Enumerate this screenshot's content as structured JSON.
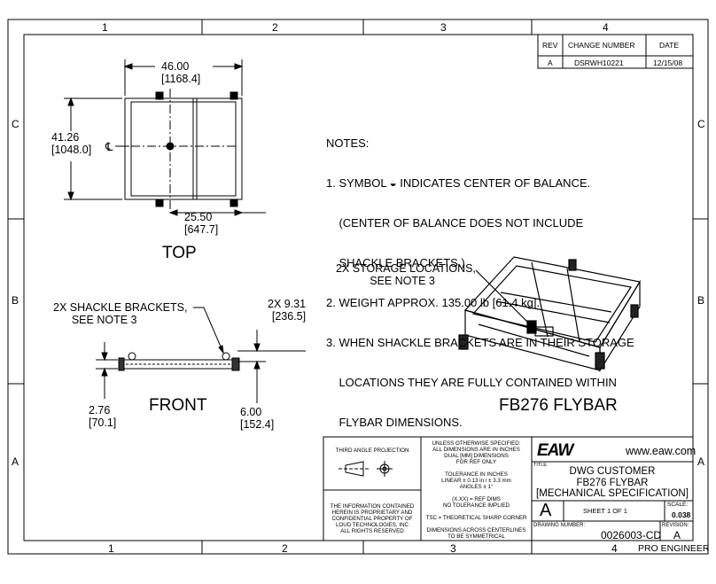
{
  "zones_top": [
    "1",
    "2",
    "3",
    "4"
  ],
  "zones_bottom": [
    "1",
    "2",
    "3",
    "4"
  ],
  "zones_left": [
    "C",
    "B",
    "A"
  ],
  "zones_right": [
    "C",
    "B",
    "A"
  ],
  "revision_table": {
    "headers": [
      "REV",
      "CHANGE NUMBER",
      "DATE"
    ],
    "row": [
      "A",
      "DSRWH10221",
      "12/15/08"
    ]
  },
  "notes": {
    "title": "NOTES:",
    "items": [
      "1. SYMBOL ◒ INDICATES CENTER OF BALANCE.",
      "    (CENTER OF BALANCE DOES NOT INCLUDE",
      "    SHACKLE BRACKETS.)",
      "2. WEIGHT APPROX. 135.00 lb [61.4 kg].",
      "3. WHEN SHACKLE BRACKETS ARE IN THEIR STORAGE",
      "    LOCATIONS THEY ARE FULLY CONTAINED WITHIN",
      "    FLYBAR DIMENSIONS."
    ]
  },
  "views": {
    "top_label": "TOP",
    "front_label": "FRONT",
    "iso_label": "FB276 FLYBAR"
  },
  "dimensions": {
    "width": "46.00\n[1168.4]",
    "depth": "41.26\n[1048.0]",
    "half": "25.50\n[647.7]",
    "shackle_spacing": "2X 9.31\n[236.5]",
    "height_small": "2.76\n[70.1]",
    "height_total": "6.00\n[152.4]",
    "centerline": "℄"
  },
  "callouts": {
    "shackle": "2X SHACKLE BRACKETS,\n      SEE NOTE 3",
    "storage": "2X STORAGE LOCATIONS,\n           SEE NOTE 3"
  },
  "title_block": {
    "projection": "THIRD ANGLE PROJECTION",
    "proprietary": "THE INFORMATION CONTAINED\nHEREIN IS PROPRIETARY AND\nCONFIDENTIAL PROPERTY OF\nLOUD TECHNOLOGIES, INC\nALL RIGHTS RESERVED",
    "tolerances": "UNLESS OTHERWISE SPECIFIED:\nALL DIMENSIONS ARE IN INCHES\nDUAL [MM] DIMENSIONS\nFOR REF ONLY\n\nTOLERANCE IN INCHES\nLINEAR ± 0.13 in / ± 3.3 mm\nANGLES ± 1°\n\n(X.XX) = REF DIMS\nNO TOLERANCE IMPLIED\n\nTSC = THEORETICAL SHARP CORNER\n\nDIMENSIONS ACROSS CENTERLINES\nTO BE SYMMETRICAL",
    "logo": "EAW",
    "website": "www.eaw.com",
    "title_label": "TITLE:",
    "title": "DWG CUSTOMER\nFB276 FLYBAR\n[MECHANICAL SPECIFICATION]",
    "size": "A",
    "sheet": "SHEET  1 OF  1",
    "scale_label": "SCALE:",
    "scale": "0.038",
    "drawing_number_label": "DRAWING NUMBER:",
    "drawing_number": "0026003-CD",
    "revision_label": "REVISION:",
    "revision": "A",
    "software": "PRO ENGINEER"
  }
}
